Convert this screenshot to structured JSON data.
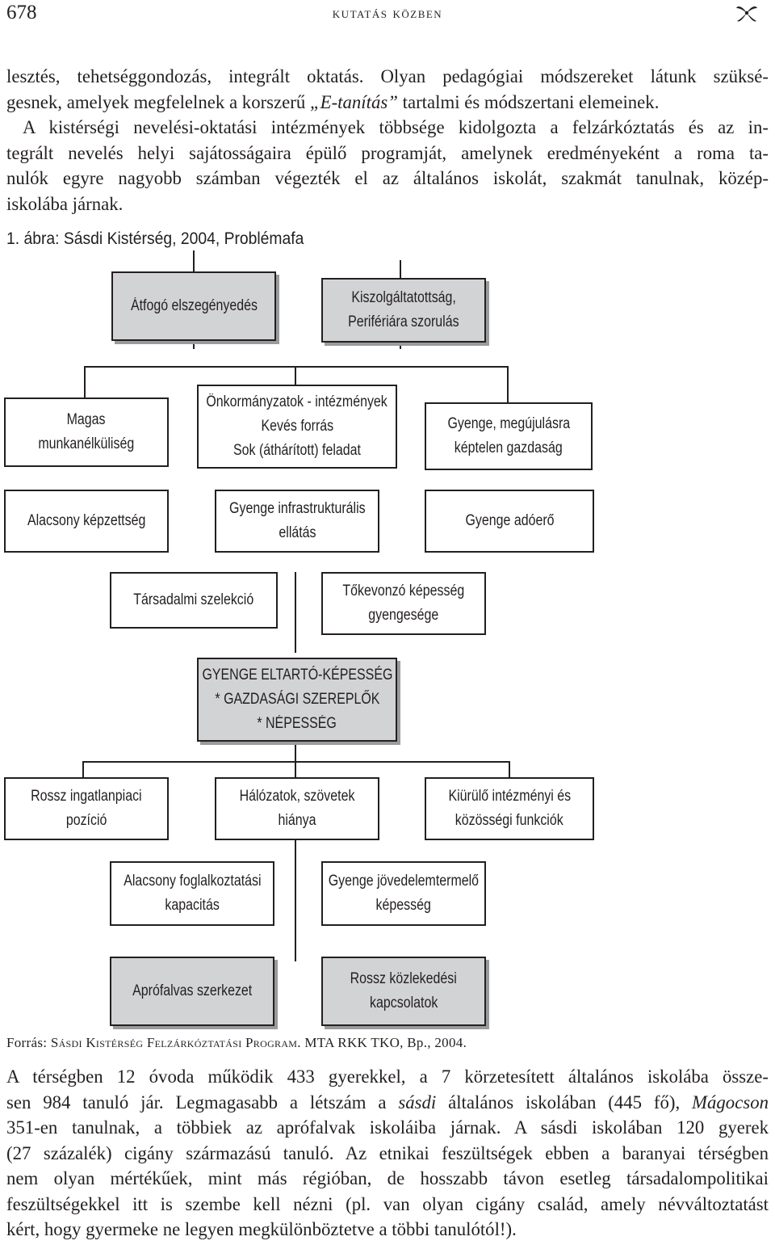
{
  "header": {
    "page_number": "678",
    "running_head": "kutatás közben",
    "ornament_icon": "leaf-ornament-icon"
  },
  "intro_paragraph": {
    "lines": [
      "lesztés, tehetséggondozás, integrált oktatás. Olyan pedagógiai módszereket látunk szüksé-",
      "gesnek, amelyek megfelelnek a korszerű ",
      "A kistérségi nevelési-oktatási intézmények többsége kidolgozta a felzárkóztatás és az in-",
      "tegrált nevelés helyi sajátosságaira épülő programját, amelynek eredményeként a roma ta-",
      "nulók egyre nagyobb számban végezték el az általános iskolát, szakmát tanulnak, közép-",
      "iskolába járnak."
    ],
    "italic_term": "„E-tanítás”",
    "line2_tail": " tartalmi és módszertani elemeinek."
  },
  "figure": {
    "caption": "1. ábra: Sásdi Kistérség, 2004, Problémafa",
    "boxes": {
      "atfogo": [
        "Átfogó elszegényedés"
      ],
      "kiszolgaltatottsag": [
        "Kiszolgáltatottság,",
        "Perifériára szorulás"
      ],
      "munkanelkuliseg": [
        "Magas",
        "munkanélküliség"
      ],
      "onkormanyzatok": [
        "Önkormányzatok - intézmények",
        "Kevés forrás",
        "Sok (áthárított) feladat"
      ],
      "gazdasag": [
        "Gyenge, megújulásra",
        "képtelen gazdaság"
      ],
      "kepzettseg": [
        "Alacsony képzettség"
      ],
      "infrastruktura": [
        "Gyenge infrastrukturális",
        "ellátás"
      ],
      "adoero": [
        "Gyenge adóerő"
      ],
      "szelekcio": [
        "Társadalmi szelekció"
      ],
      "tokevonzo": [
        "Tőkevonzó képesség",
        "gyengesége"
      ],
      "eltarto": [
        "GYENGE ELTARTÓ-KÉPESSÉG",
        "* GAZDASÁGI SZEREPLŐK",
        "* NÉPESSÉG"
      ],
      "ingatlanpiaci": [
        "Rossz ingatlanpiaci",
        "pozíció"
      ],
      "halozatok": [
        "Hálózatok, szövetek",
        "hiánya"
      ],
      "kiurulo": [
        "Kiürülő intézményi és",
        "közösségi funkciók"
      ],
      "foglalkoztatasi": [
        "Alacsony foglalkoztatási",
        "kapacitás"
      ],
      "jovedelemtermelo": [
        "Gyenge jövedelemtermelő",
        "képesség"
      ],
      "aprofalvas": [
        "Aprófalvas szerkezet"
      ],
      "kozlekedesi": [
        "Rossz közlekedési",
        "kapcsolatok"
      ]
    },
    "source_prefix": "Forrás: ",
    "source_name": "Sásdi Kistérség Felzárkóztatási Program",
    "source_suffix": ". MTA RKK TKO, Bp., 2004."
  },
  "body_paragraph": {
    "l1": "A térségben 12 óvoda működik 433 gyerekkel, a 7 körzetesített általános iskolába össze-",
    "l2_a": "sen 984 tanuló jár. Legmagasabb a létszám a ",
    "l2_i1": "sásdi",
    "l2_b": " általános iskolában (445 fő), ",
    "l2_i2": "Mágocson",
    "l3": "351-en tanulnak, a többiek az aprófalvak iskoláiba járnak. A sásdi iskolában 120 gyerek",
    "l4": "(27 százalék) cigány származású tanuló. Az etnikai feszültségek ebben a baranyai térségben",
    "l5": "nem olyan mértékűek, mint más régióban, de hosszabb távon esetleg társadalompolitikai",
    "l6": "feszültségekkel itt is szembe kell nézni (pl. van olyan cigány család, amely névváltoztatást",
    "l7": "kért, hogy gyermeke ne legyen megkülönböztetve a többi tanulótól!)."
  }
}
